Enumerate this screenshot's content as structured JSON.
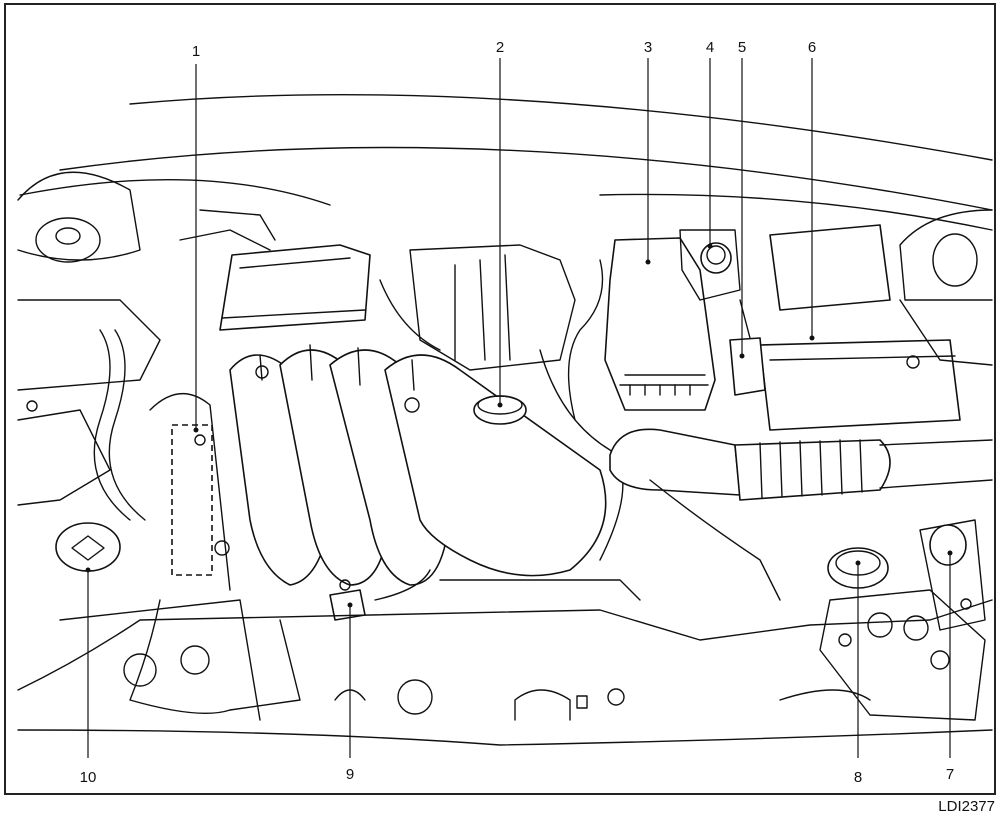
{
  "figure_code": "LDI2377",
  "callouts": [
    {
      "id": "1",
      "text": "1"
    },
    {
      "id": "2",
      "text": "2"
    },
    {
      "id": "3",
      "text": "3"
    },
    {
      "id": "4",
      "text": "4"
    },
    {
      "id": "5",
      "text": "5"
    },
    {
      "id": "6",
      "text": "6"
    },
    {
      "id": "7",
      "text": "7"
    },
    {
      "id": "8",
      "text": "8"
    },
    {
      "id": "9",
      "text": "9"
    },
    {
      "id": "10",
      "text": "10"
    }
  ]
}
